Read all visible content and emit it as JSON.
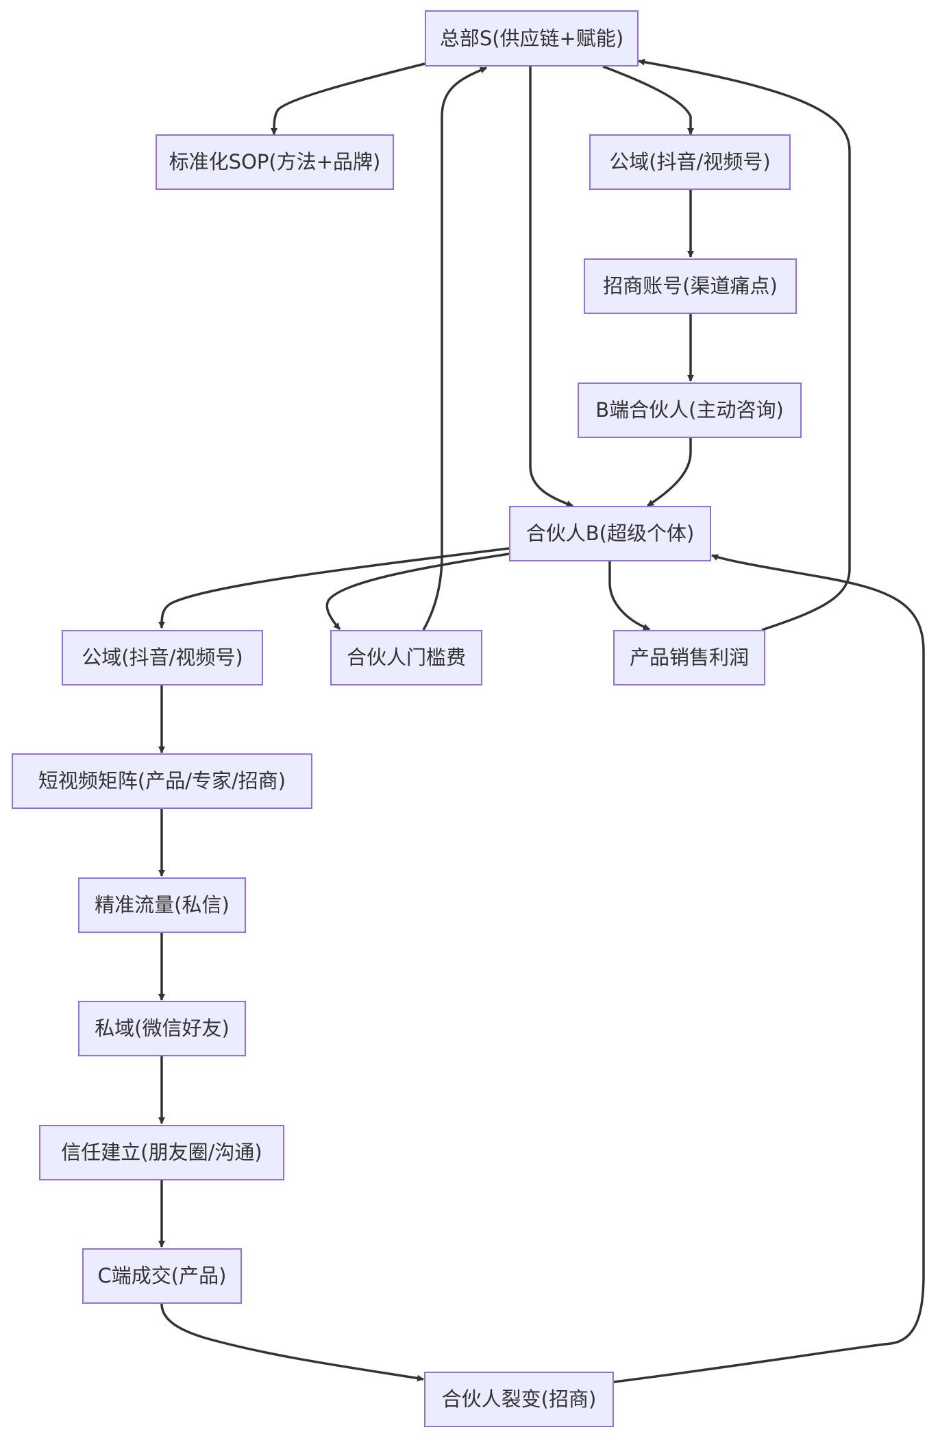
{
  "colors": {
    "node_fill": "#ececff",
    "node_border": "#9370db",
    "edge": "#333333",
    "text": "#333333"
  },
  "nodes": {
    "hq": "总部S(供应链+赋能)",
    "sop": "标准化SOP(方法+品牌)",
    "public_top": "公域(抖音/视频号)",
    "recruit_account": "招商账号(渠道痛点)",
    "b_partner": "B端合伙人(主动咨询)",
    "partner_b": "合伙人B(超级个体)",
    "public_left": "公域(抖音/视频号)",
    "entry_fee": "合伙人门槛费",
    "sales_profit": "产品销售利润",
    "video_matrix": "短视频矩阵(产品/专家/招商)",
    "precise_traffic": "精准流量(私信)",
    "private_domain": "私域(微信好友)",
    "trust": "信任建立(朋友圈/沟通)",
    "c_deal": "C端成交(产品)",
    "fission": "合伙人裂变(招商)"
  }
}
